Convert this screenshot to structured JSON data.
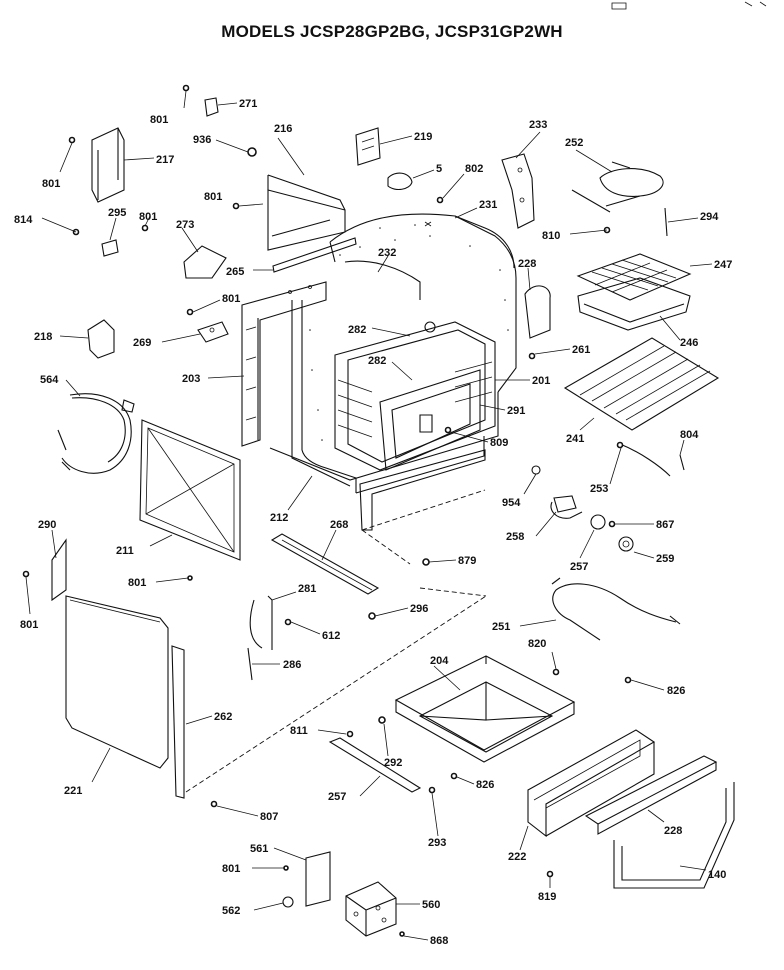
{
  "title": "MODELS JCSP28GP2BG, JCSP31GP2WH",
  "parts": [
    {
      "id": "p271",
      "num": "271"
    },
    {
      "id": "p801a",
      "num": "801"
    },
    {
      "id": "p216",
      "num": "216"
    },
    {
      "id": "p936",
      "num": "936"
    },
    {
      "id": "p219",
      "num": "219"
    },
    {
      "id": "p233",
      "num": "233"
    },
    {
      "id": "p252",
      "num": "252"
    },
    {
      "id": "p217",
      "num": "217"
    },
    {
      "id": "p801b",
      "num": "801"
    },
    {
      "id": "p5",
      "num": "5"
    },
    {
      "id": "p802",
      "num": "802"
    },
    {
      "id": "p801c",
      "num": "801"
    },
    {
      "id": "p231",
      "num": "231"
    },
    {
      "id": "p294",
      "num": "294"
    },
    {
      "id": "p814",
      "num": "814"
    },
    {
      "id": "p295",
      "num": "295"
    },
    {
      "id": "p801d",
      "num": "801"
    },
    {
      "id": "p273",
      "num": "273"
    },
    {
      "id": "p810",
      "num": "810"
    },
    {
      "id": "p265",
      "num": "265"
    },
    {
      "id": "p232",
      "num": "232"
    },
    {
      "id": "p228",
      "num": "228"
    },
    {
      "id": "p247",
      "num": "247"
    },
    {
      "id": "p801e",
      "num": "801"
    },
    {
      "id": "p218",
      "num": "218"
    },
    {
      "id": "p269",
      "num": "269"
    },
    {
      "id": "p282a",
      "num": "282"
    },
    {
      "id": "p261",
      "num": "261"
    },
    {
      "id": "p246",
      "num": "246"
    },
    {
      "id": "p203",
      "num": "203"
    },
    {
      "id": "p282b",
      "num": "282"
    },
    {
      "id": "p201",
      "num": "201"
    },
    {
      "id": "p564",
      "num": "564"
    },
    {
      "id": "p291a",
      "num": "291"
    },
    {
      "id": "p241",
      "num": "241"
    },
    {
      "id": "p804",
      "num": "804"
    },
    {
      "id": "p809",
      "num": "809"
    },
    {
      "id": "p253",
      "num": "253"
    },
    {
      "id": "p954",
      "num": "954"
    },
    {
      "id": "p212",
      "num": "212"
    },
    {
      "id": "p268",
      "num": "268"
    },
    {
      "id": "p258",
      "num": "258"
    },
    {
      "id": "p867",
      "num": "867"
    },
    {
      "id": "p290",
      "num": "290"
    },
    {
      "id": "p211",
      "num": "211"
    },
    {
      "id": "p257a",
      "num": "257"
    },
    {
      "id": "p259",
      "num": "259"
    },
    {
      "id": "p879",
      "num": "879"
    },
    {
      "id": "p801f",
      "num": "801"
    },
    {
      "id": "p281",
      "num": "281"
    },
    {
      "id": "p801g",
      "num": "801"
    },
    {
      "id": "p296",
      "num": "296"
    },
    {
      "id": "p251",
      "num": "251"
    },
    {
      "id": "p612",
      "num": "612"
    },
    {
      "id": "p820",
      "num": "820"
    },
    {
      "id": "p286",
      "num": "286"
    },
    {
      "id": "p204",
      "num": "204"
    },
    {
      "id": "p826a",
      "num": "826"
    },
    {
      "id": "p262",
      "num": "262"
    },
    {
      "id": "p811",
      "num": "811"
    },
    {
      "id": "p292",
      "num": "292"
    },
    {
      "id": "p221",
      "num": "221"
    },
    {
      "id": "p257b",
      "num": "257"
    },
    {
      "id": "p826b",
      "num": "826"
    },
    {
      "id": "p228b",
      "num": "228"
    },
    {
      "id": "p807",
      "num": "807"
    },
    {
      "id": "p293",
      "num": "293"
    },
    {
      "id": "p222",
      "num": "222"
    },
    {
      "id": "p561",
      "num": "561"
    },
    {
      "id": "p140",
      "num": "140"
    },
    {
      "id": "p801h",
      "num": "801"
    },
    {
      "id": "p819",
      "num": "819"
    },
    {
      "id": "p560",
      "num": "560"
    },
    {
      "id": "p562",
      "num": "562"
    },
    {
      "id": "p868",
      "num": "868"
    }
  ]
}
